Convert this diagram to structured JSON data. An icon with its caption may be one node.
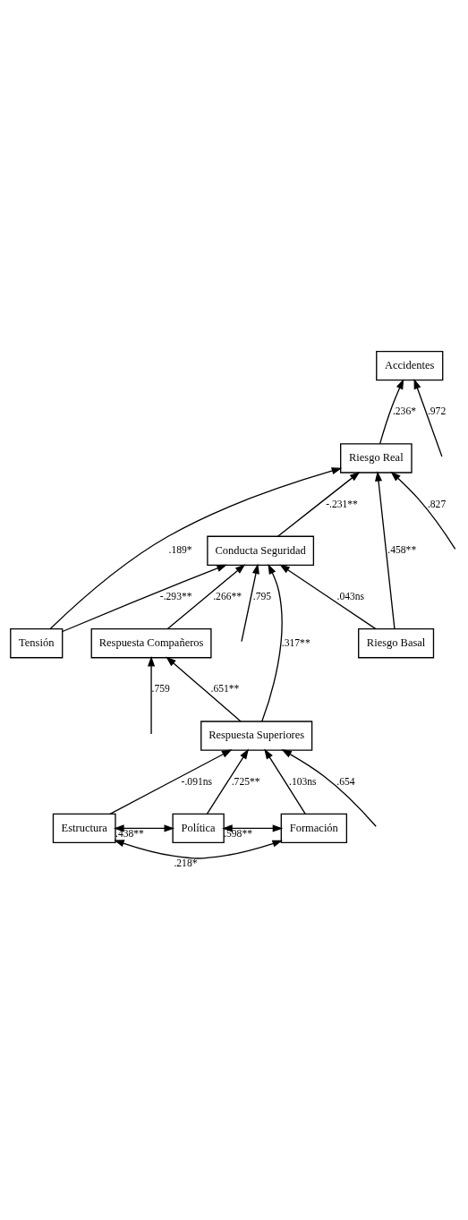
{
  "diagram": {
    "nodes": [
      {
        "text": [
          "Estructura"
        ]
      },
      {
        "text": [
          "Política"
        ]
      },
      {
        "text": [
          "Formación"
        ]
      },
      {
        "text": [
          "Respuesta Superiores"
        ]
      },
      {
        "text": [
          "Respuesta Compañeros"
        ]
      },
      {
        "text": [
          "Conducta Seguridad"
        ]
      },
      {
        "text": [
          "Tensión"
        ]
      },
      {
        "text": [
          "Riesgo Real"
        ]
      },
      {
        "text": [
          "Riesgo Basal"
        ]
      },
      {
        "text": [
          "Accidentes"
        ]
      }
    ],
    "edges": [
      {
        "from": 0,
        "to": 3,
        "arrow": "to",
        "label": "-.091ns"
      },
      {
        "from": 1,
        "to": 3,
        "arrow": "to",
        "label": ".725**"
      },
      {
        "from": 2,
        "to": 3,
        "arrow": "to",
        "label": ".103ns"
      },
      {
        "from": 3,
        "to": 4,
        "arrow": "to",
        "label": ".651**"
      },
      {
        "from": 4,
        "to": 5,
        "arrow": "to",
        "label": ".266**"
      },
      {
        "from": 3,
        "to": 5,
        "arrow": "to",
        "label": ".317**"
      },
      {
        "from": 6,
        "to": 5,
        "arrow": "to",
        "label": "-.293**"
      },
      {
        "from": 8,
        "to": 5,
        "arrow": "to",
        "label": ".043ns"
      },
      {
        "from": 5,
        "to": 7,
        "arrow": "to",
        "label": "-.231**"
      },
      {
        "from": 6,
        "to": 7,
        "arrow": "to",
        "label": ".189*"
      },
      {
        "from": 8,
        "to": 7,
        "arrow": "to",
        "label": ".458**"
      },
      {
        "from": 7,
        "to": 9,
        "arrow": "to",
        "label": ".236*"
      },
      {
        "from": null,
        "to": 3,
        "arrow": "to",
        "label": ".654"
      },
      {
        "from": null,
        "to": 4,
        "arrow": "to",
        "label": ".759"
      },
      {
        "from": null,
        "to": 5,
        "arrow": "to",
        "label": ".795"
      },
      {
        "from": null,
        "to": 7,
        "arrow": "to",
        "label": ".827"
      },
      {
        "from": null,
        "to": 9,
        "arrow": "to",
        "label": ".972"
      },
      {
        "from": 0,
        "to": 1,
        "arrow": "both",
        "label": ".438**"
      },
      {
        "from": 1,
        "to": 2,
        "arrow": "both",
        "label": ".598**"
      },
      {
        "from": 0,
        "to": 2,
        "arrow": "both",
        "label": ".218*"
      }
    ]
  }
}
